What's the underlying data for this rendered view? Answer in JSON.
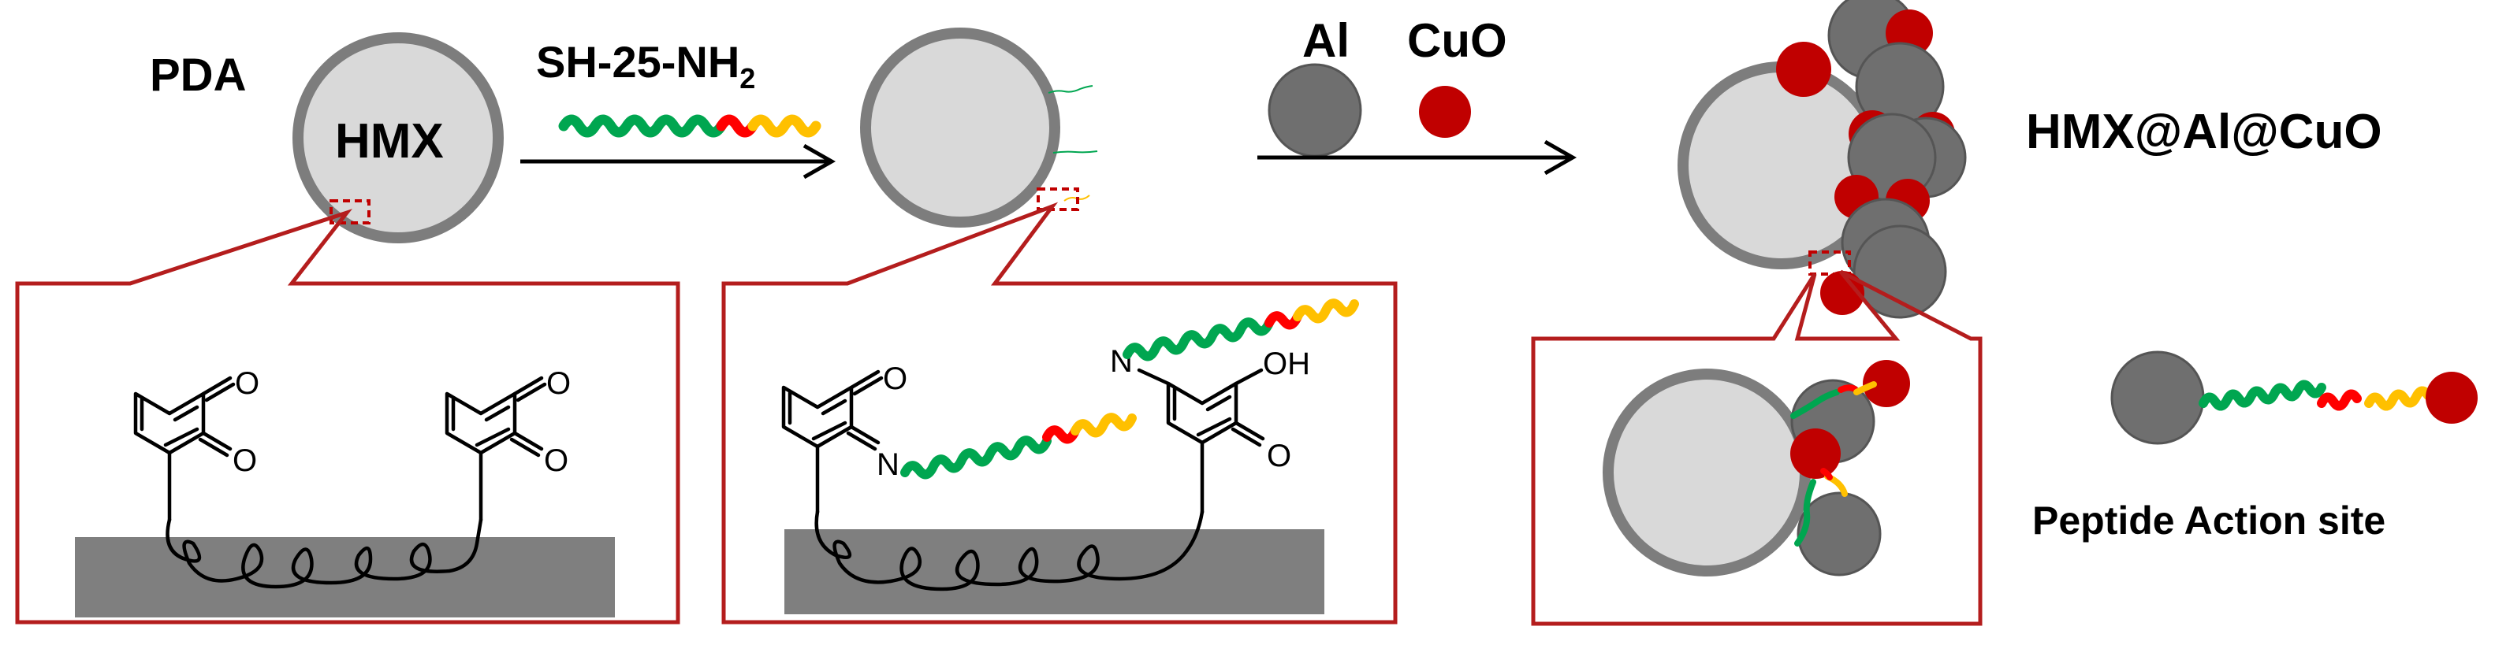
{
  "labels": {
    "pda": "PDA",
    "hmx": "HMX",
    "peptide_base": "SH-25-NH",
    "peptide_sub": "2",
    "al": "Al",
    "cuo": "CuO",
    "product": "HMX@Al@CuO",
    "legend": "Peptide Action site"
  },
  "chem": {
    "o": "O",
    "n": "N",
    "oh": "OH"
  },
  "colors": {
    "outline": "#7d7d7d",
    "core": "#d9d9d9",
    "al": "#6f6f6f",
    "cuo": "#c00000",
    "frame": "#b41d1d",
    "substrate": "#7f7f7f",
    "peptide_green": "#00a650",
    "peptide_red": "#ff0000",
    "peptide_yellow": "#ffc000"
  }
}
